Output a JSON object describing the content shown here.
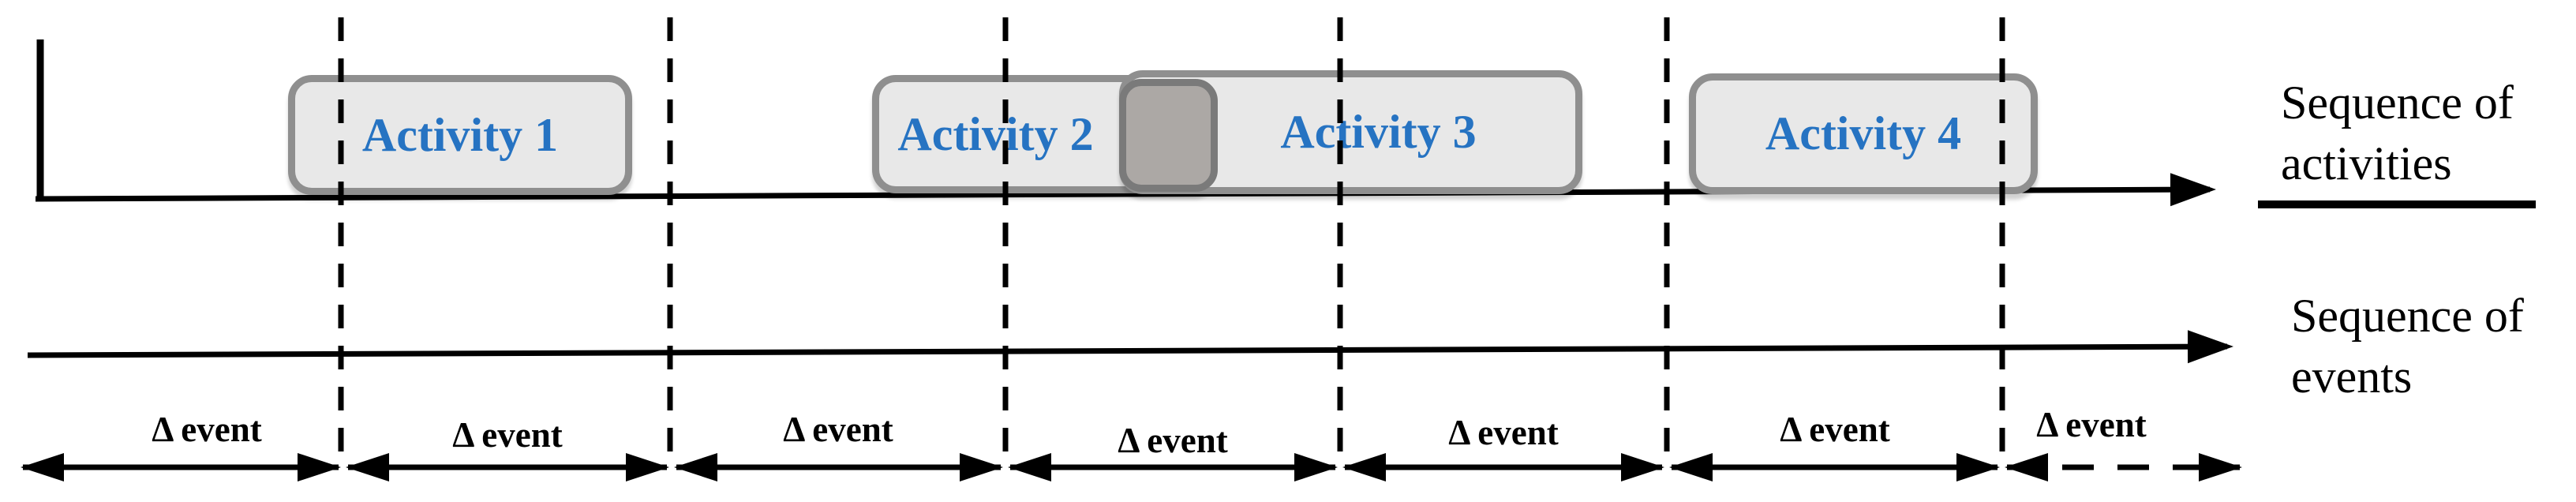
{
  "colors": {
    "activity_text_blue": "#2673c2",
    "activity_box_fill": "#e8e8e8",
    "activity_box_border": "#8f8f8f",
    "overlap_fill": "#aca8a5",
    "overlap_border": "#7a7a7a",
    "line_black": "#000000"
  },
  "activity_row": {
    "caption": {
      "lines": [
        "Sequence of",
        "activities"
      ]
    },
    "activities": [
      {
        "label": "Activity 1"
      },
      {
        "label": "Activity 2"
      },
      {
        "label": "Activity 3"
      },
      {
        "label": "Activity 4"
      }
    ]
  },
  "event_row": {
    "caption": {
      "lines": [
        "Sequence of",
        "events"
      ]
    },
    "segments": [
      {
        "label": "Δ event"
      },
      {
        "label": "Δ event"
      },
      {
        "label": "Δ event"
      },
      {
        "label": "Δ event"
      },
      {
        "label": "Δ event"
      },
      {
        "label": "Δ event"
      },
      {
        "label": "Δ event"
      }
    ]
  }
}
